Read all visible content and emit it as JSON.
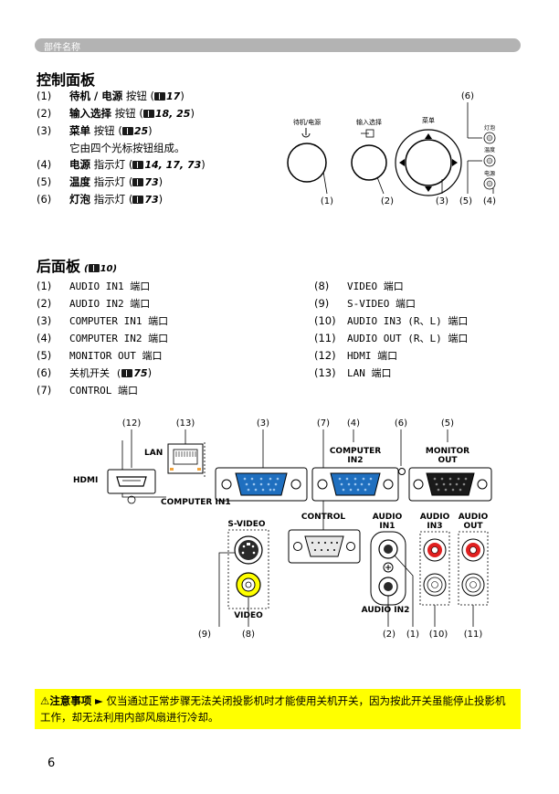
{
  "section_title": "部件名称",
  "control_panel": {
    "title": "控制面板",
    "items": [
      {
        "num": "(1)",
        "name": "待机 / 电源",
        "desc": "按钮",
        "ref_open": "(",
        "ref": "17",
        "ref_close": ")"
      },
      {
        "num": "(2)",
        "name": "输入选择",
        "desc": "按钮",
        "ref_open": "(",
        "ref": "18, 25",
        "ref_close": ")"
      },
      {
        "num": "(3)",
        "name": "菜单",
        "desc": "按钮",
        "ref_open": "(",
        "ref": "25",
        "ref_close": ")"
      },
      {
        "num": "(4)",
        "name": "电源",
        "desc": "指示灯",
        "ref_open": "(",
        "ref": "14, 17, 73",
        "ref_close": ")"
      },
      {
        "num": "(5)",
        "name": "温度",
        "desc": "指示灯",
        "ref_open": "(",
        "ref": "73",
        "ref_close": ")"
      },
      {
        "num": "(6)",
        "name": "灯泡",
        "desc": "指示灯",
        "ref_open": "(",
        "ref": "73",
        "ref_close": ")"
      }
    ],
    "note": "它由四个光标按钮组成。",
    "diagram": {
      "standby_label": "待机/电源",
      "input_label": "输入选择",
      "menu_label": "菜单",
      "lamp_label": "灯泡",
      "temp_label": "温度",
      "power_label": "电源",
      "callouts": [
        "(1)",
        "(2)",
        "(3)",
        "(4)",
        "(5)",
        "(6)"
      ]
    }
  },
  "rear_panel": {
    "title": "后面板",
    "ref": "10",
    "left_items": [
      {
        "num": "(1)",
        "text": "AUDIO IN1 端口"
      },
      {
        "num": "(2)",
        "text": "AUDIO IN2 端口"
      },
      {
        "num": "(3)",
        "text": "COMPUTER IN1 端口"
      },
      {
        "num": "(4)",
        "text": "COMPUTER IN2 端口"
      },
      {
        "num": "(5)",
        "text": "MONITOR OUT 端口"
      },
      {
        "num": "(6)",
        "text": "关机开关 (",
        "ref": "75",
        "close": ")"
      },
      {
        "num": "(7)",
        "text": "CONTROL 端口"
      }
    ],
    "right_items": [
      {
        "num": "(8)",
        "text": "VIDEO 端口"
      },
      {
        "num": "(9)",
        "text": "S-VIDEO 端口"
      },
      {
        "num": "(10)",
        "text": "AUDIO IN3 (R、L) 端口"
      },
      {
        "num": "(11)",
        "text": "AUDIO OUT (R、L) 端口"
      },
      {
        "num": "(12)",
        "text": "HDMI 端口"
      },
      {
        "num": "(13)",
        "text": "LAN 端口"
      }
    ],
    "diagram": {
      "lan": "LAN",
      "hdmi": "HDMI",
      "computer_in1": "COMPUTER IN1",
      "computer_in2_a": "COMPUTER",
      "computer_in2_b": "IN2",
      "monitor_out_a": "MONITOR",
      "monitor_out_b": "OUT",
      "control": "CONTROL",
      "svideo": "S-VIDEO",
      "video": "VIDEO",
      "audio_in1_a": "AUDIO",
      "audio_in1_b": "IN1",
      "audio_in2": "AUDIO IN2",
      "audio_in3_a": "AUDIO",
      "audio_in3_b": "IN3",
      "audio_out_a": "AUDIO",
      "audio_out_b": "OUT",
      "top_callouts": [
        "(12)",
        "(13)",
        "(3)",
        "(7)",
        "(4)",
        "(6)",
        "(5)"
      ],
      "bottom_callouts": [
        "(9)",
        "(8)",
        "(2)",
        "(1)",
        "(10)",
        "(11)"
      ]
    }
  },
  "caution": {
    "icon": "⚠",
    "label": "注意事项",
    "arrow": "►",
    "text": "仅当通过正常步骤无法关闭投影机时才能使用关机开关，因为按此开关虽能停止投影机工作，却无法利用内部风扇进行冷却。"
  },
  "page_number": "6",
  "colors": {
    "section_bar": "#b3b3b3",
    "caution_bg": "#ffff00",
    "vga_blue": "#1f6fbf"
  }
}
